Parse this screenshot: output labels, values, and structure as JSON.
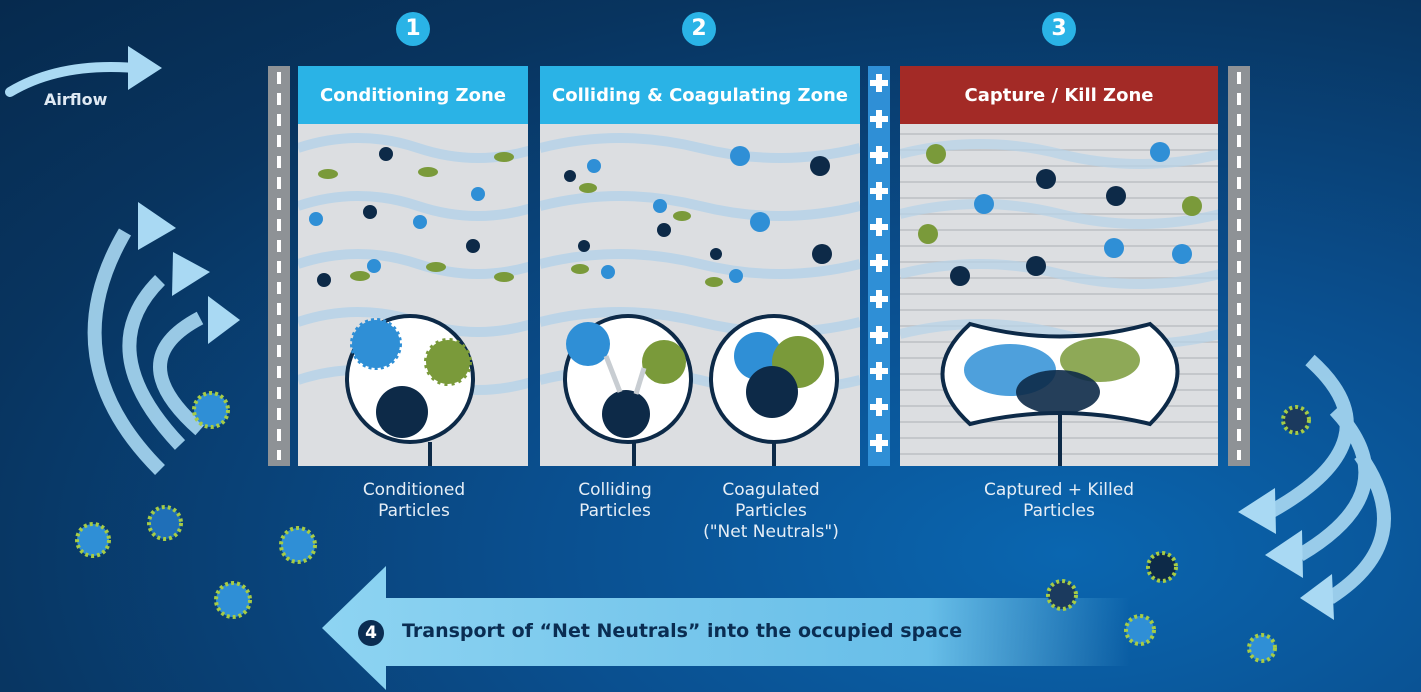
{
  "steps": {
    "one": "1",
    "two": "2",
    "three": "3",
    "four": "4"
  },
  "airflow_label": "Airflow",
  "zones": {
    "conditioning": {
      "title": "Conditioning Zone",
      "color": "#2ab3e6"
    },
    "colliding": {
      "title": "Colliding & Coagulating Zone",
      "color": "#2ab3e6"
    },
    "capture": {
      "title": "Capture / Kill Zone",
      "color": "#a32a26"
    }
  },
  "captions": {
    "conditioned_line1": "Conditioned",
    "conditioned_line2": "Particles",
    "colliding_line1": "Colliding",
    "colliding_line2": "Particles",
    "coagulated_line1": "Coagulated",
    "coagulated_line2": "Particles",
    "coagulated_line3": "(\"Net Neutrals\")",
    "captured_line1": "Captured + Killed",
    "captured_line2": "Particles"
  },
  "transport_text": "Transport of “Net Neutrals” into the occupied space",
  "icons": [
    "airflow-arrow-icon",
    "ionizer-plus-icon",
    "particle-icon",
    "return-arrow-icon",
    "transport-arrow-icon"
  ],
  "colors": {
    "accent": "#2ab3e6",
    "kill_zone": "#a32a26",
    "background": "#08345f",
    "particle_blue": "#2f8fd6",
    "particle_green": "#7a9a3a",
    "particle_navy": "#0d2a48"
  }
}
